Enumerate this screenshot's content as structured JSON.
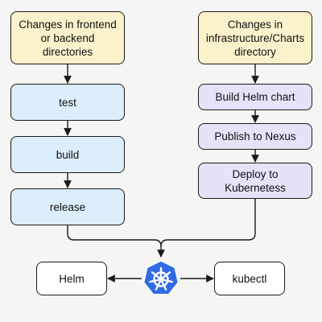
{
  "nodes": {
    "trigger_app": "Changes in frontend\nor backend\ndirectories",
    "trigger_infra": "Changes in\ninfrastructure/Charts\ndirectory",
    "test": "test",
    "build": "build",
    "release": "release",
    "build_helm_chart": "Build Helm chart",
    "publish_nexus": "Publish to Nexus",
    "deploy": "Deploy to\nKubernetess",
    "helm": "Helm",
    "kubectl": "kubectl"
  },
  "center_icon": "kubernetes-icon",
  "colors": {
    "trigger": "#fbf2cc",
    "app_pipeline": "#dcedfb",
    "infra_pipeline": "#e7e2f8",
    "kubernetes": "#326ce5"
  }
}
